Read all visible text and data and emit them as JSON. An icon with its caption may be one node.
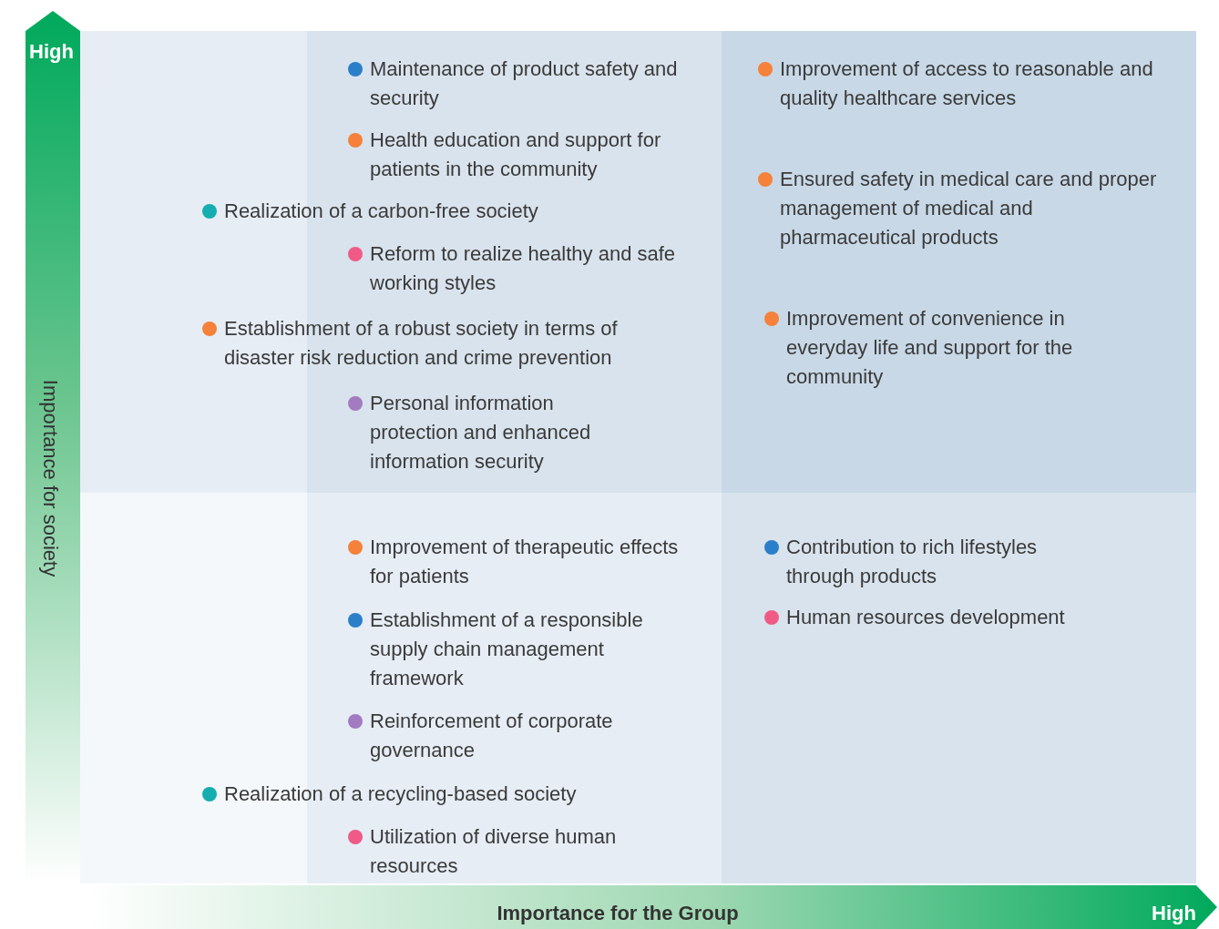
{
  "diagram": {
    "nodes": [
      {
        "text": [
          "Maintenance of product safety and security"
        ]
      },
      {
        "text": [
          "Health education and support for patients in the community"
        ]
      },
      {
        "text": [
          "Realization of a carbon-free society"
        ]
      },
      {
        "text": [
          "Reform to realize healthy and safe working styles"
        ]
      },
      {
        "text": [
          "Establishment of a robust society in terms of disaster risk reduction and crime prevention"
        ]
      },
      {
        "text": [
          "Personal information protection and enhanced information security"
        ]
      },
      {
        "text": [
          "Improvement of access to reasonable and quality healthcare services"
        ]
      },
      {
        "text": [
          "Ensured safety in medical care and proper management of medical and pharmaceutical products"
        ]
      },
      {
        "text": [
          "Improvement of convenience in everyday life and support for the community"
        ]
      },
      {
        "text": [
          "Improvement of therapeutic effects for patients"
        ]
      },
      {
        "text": [
          "Establishment of a responsible supply chain management framework"
        ]
      },
      {
        "text": [
          "Reinforcement of corporate governance"
        ]
      },
      {
        "text": [
          "Realization of a recycling-based society"
        ]
      },
      {
        "text": [
          "Utilization of diverse human resources"
        ]
      },
      {
        "text": [
          "Contribution to rich lifestyles through products"
        ]
      },
      {
        "text": [
          "Human resources development"
        ]
      }
    ],
    "labels": [
      "High",
      "Importance for society",
      "Importance for the Group",
      "High"
    ]
  }
}
